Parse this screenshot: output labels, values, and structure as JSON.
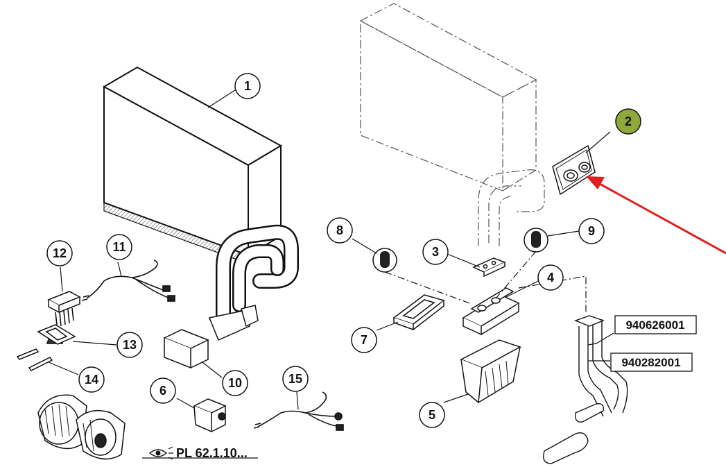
{
  "callouts": [
    {
      "id": "c1",
      "label": "1"
    },
    {
      "id": "c2",
      "label": "2"
    },
    {
      "id": "c3",
      "label": "3"
    },
    {
      "id": "c4",
      "label": "4"
    },
    {
      "id": "c5",
      "label": "5"
    },
    {
      "id": "c6",
      "label": "6"
    },
    {
      "id": "c7",
      "label": "7"
    },
    {
      "id": "c8",
      "label": "8"
    },
    {
      "id": "c9",
      "label": "9"
    },
    {
      "id": "c10",
      "label": "10"
    },
    {
      "id": "c11",
      "label": "11"
    },
    {
      "id": "c12",
      "label": "12"
    },
    {
      "id": "c13",
      "label": "13"
    },
    {
      "id": "c14",
      "label": "14"
    },
    {
      "id": "c15",
      "label": "15"
    }
  ],
  "part_numbers": [
    "940626001",
    "940282001"
  ],
  "reference": {
    "text": "PL 62.1.10...",
    "icon": "eye-icon"
  },
  "highlight": {
    "callout": "2",
    "color": "#8fa83a"
  },
  "arrow_color": "#e02020"
}
